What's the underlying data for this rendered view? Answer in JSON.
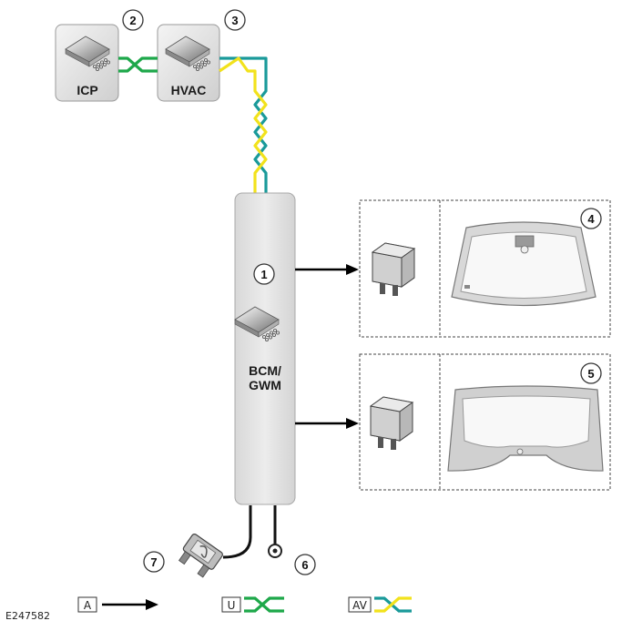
{
  "modules": {
    "icp": {
      "label": "ICP",
      "number": "2"
    },
    "hvac": {
      "label": "HVAC",
      "number": "3"
    },
    "bcm": {
      "label_line1": "BCM/",
      "label_line2": "GWM",
      "number": "1"
    }
  },
  "components": {
    "windshield": {
      "number": "4"
    },
    "rear_window": {
      "number": "5"
    },
    "ground": {
      "number": "6"
    },
    "fuse": {
      "number": "7"
    }
  },
  "legend": {
    "a_label": "A",
    "u_label": "U",
    "av_label": "AV"
  },
  "figure_code": "E247582",
  "colors": {
    "green_wire": "#1ea84a",
    "teal_wire": "#1a9a9a",
    "yellow_wire": "#f2e21c",
    "module_fill": "#e6e6e6",
    "glass_frame": "#9a9a9a"
  }
}
